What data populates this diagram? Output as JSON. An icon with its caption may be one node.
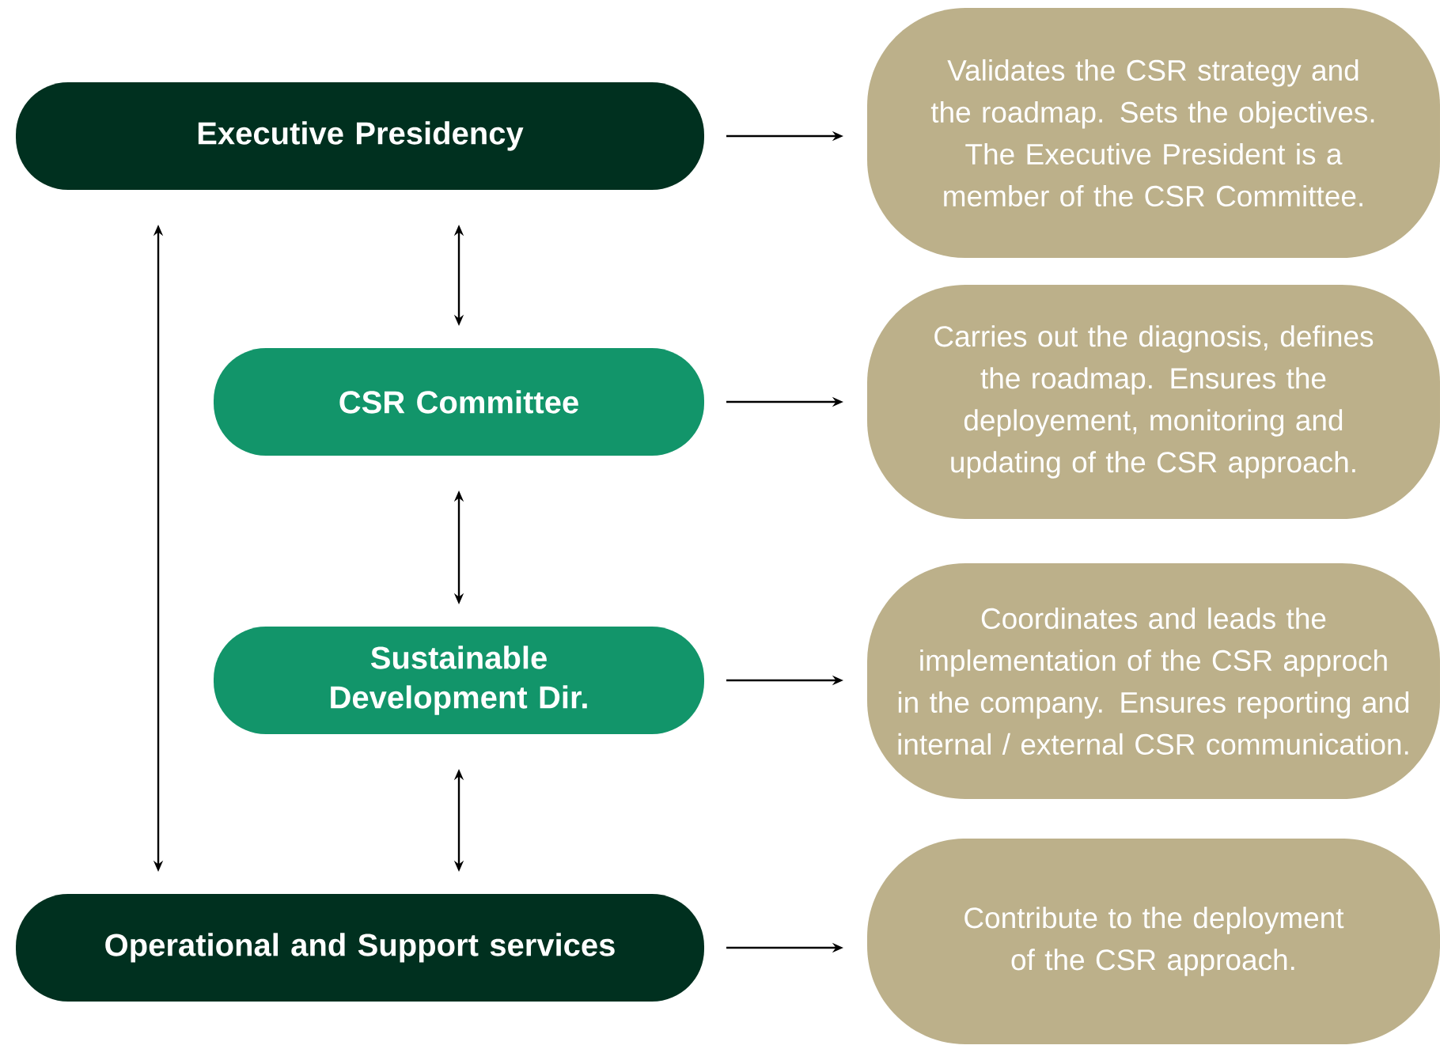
{
  "diagram": {
    "nodes": [
      {
        "text": [
          "Executive Presidency"
        ]
      },
      {
        "text": [
          "CSR Committee"
        ]
      },
      {
        "text": [
          "Sustainable Development Dir."
        ]
      },
      {
        "text": [
          "Operational and Support services"
        ]
      },
      {
        "text": [
          "Validates the CSR strategy and the roadmap. Sets the objectives. The Executive President is a member of the CSR Committee."
        ]
      },
      {
        "text": [
          "Carries out the diagnosis, defines the roadmap. Ensures the deployement, monitoring and updating of the CSR approach."
        ]
      },
      {
        "text": [
          "Coordinates and leads the implementation of the CSR approch in the company. Ensures reporting and internal / external CSR communication."
        ]
      },
      {
        "text": [
          "Contribute to the deployment of the CSR approach."
        ]
      }
    ],
    "edges": [
      {
        "from": 0,
        "to": 4,
        "arrow": "to"
      },
      {
        "from": 1,
        "to": 5,
        "arrow": "to"
      },
      {
        "from": 2,
        "to": 6,
        "arrow": "to"
      },
      {
        "from": 3,
        "to": 7,
        "arrow": "to"
      },
      {
        "from": 0,
        "to": 1,
        "arrow": "both"
      },
      {
        "from": 1,
        "to": 2,
        "arrow": "both"
      },
      {
        "from": 2,
        "to": 3,
        "arrow": "both"
      },
      {
        "from": 0,
        "to": 3,
        "arrow": "both"
      }
    ]
  }
}
